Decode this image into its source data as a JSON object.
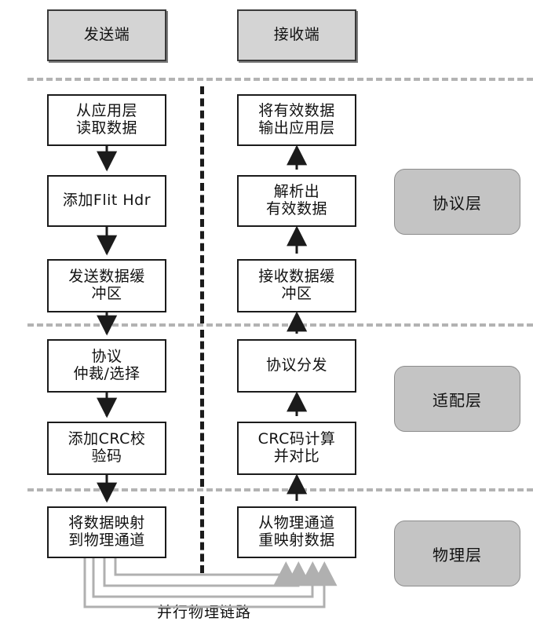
{
  "diagram": {
    "title_sender": "发送端",
    "title_receiver": "接收端",
    "bottom_label": "并行物理链路",
    "colors": {
      "header_fill": "#d4d4d4",
      "layer_tag_fill": "#c4c4c4",
      "node_stroke": "#1b1b1b",
      "separator": "#b3b3b3",
      "link_line": "#b0b0b0"
    },
    "headers": [
      {
        "id": "sender-header",
        "label": "发送端"
      },
      {
        "id": "receiver-header",
        "label": "接收端"
      }
    ],
    "sender_nodes": [
      {
        "id": "read-from-app-layer",
        "label": "从应用层\n读取数据"
      },
      {
        "id": "add-flit-hdr",
        "label": "添加Flit Hdr"
      },
      {
        "id": "tx-data-buffer",
        "label": "发送数据缓\n冲区"
      },
      {
        "id": "protocol-arbitration",
        "label": "协议\n仲裁/选择"
      },
      {
        "id": "add-crc-code",
        "label": "添加CRC校\n验码"
      },
      {
        "id": "map-to-phy-lane",
        "label": "将数据映射\n到物理通道"
      }
    ],
    "receiver_nodes": [
      {
        "id": "output-to-app-layer",
        "label": "将有效数据\n输出应用层"
      },
      {
        "id": "parse-valid-data",
        "label": "解析出\n有效数据"
      },
      {
        "id": "rx-data-buffer",
        "label": "接收数据缓\n冲区"
      },
      {
        "id": "protocol-dispatch",
        "label": "协议分发"
      },
      {
        "id": "crc-calc-compare",
        "label": "CRC码计算\n并对比"
      },
      {
        "id": "remap-from-phy-lane",
        "label": "从物理通道\n重映射数据"
      }
    ],
    "layers": [
      {
        "id": "protocol-layer",
        "label": "协议层"
      },
      {
        "id": "adaptation-layer",
        "label": "适配层"
      },
      {
        "id": "physical-layer",
        "label": "物理层"
      }
    ],
    "parallel_links": 4
  }
}
